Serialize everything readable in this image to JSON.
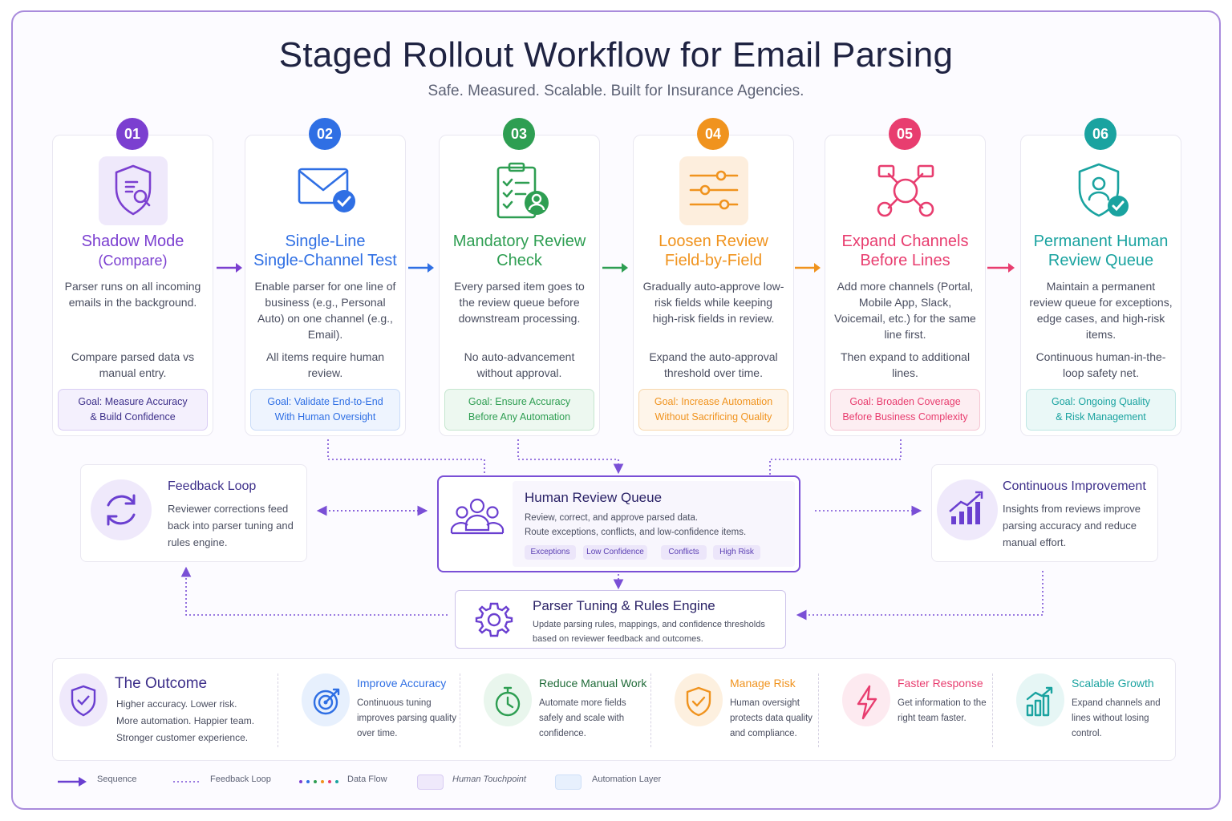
{
  "header": {
    "title": "Staged Rollout Workflow for Email Parsing",
    "subtitle": "Safe. Measured. Scalable. Built for Insurance Agencies."
  },
  "stages": [
    {
      "number": "01",
      "title": "Shadow Mode",
      "subtitle": "(Compare)",
      "description": "Parser runs on all incoming emails in the background.",
      "description2": "Compare parsed data vs manual entry.",
      "goal_line1": "Goal: Measure Accuracy",
      "goal_line2": "& Build Confidence",
      "color": "#7b3fd0",
      "icon": "shield-search-icon"
    },
    {
      "number": "02",
      "title": "Single-Line",
      "subtitle": "Single-Channel Test",
      "description": "Enable parser for one line of business (e.g., Personal Auto) on one channel (e.g., Email).",
      "description2": "All items require human review.",
      "goal_line1": "Goal: Validate End-to-End",
      "goal_line2": "With Human Oversight",
      "color": "#2f6fe4",
      "icon": "envelope-check-icon"
    },
    {
      "number": "03",
      "title": "Mandatory Review",
      "subtitle": "Check",
      "description": "Every parsed item goes to the review queue before downstream processing.",
      "description2": "No auto-advancement without approval.",
      "goal_line1": "Goal: Ensure Accuracy",
      "goal_line2": "Before Any Automation",
      "color": "#2e9e52",
      "icon": "clipboard-user-icon"
    },
    {
      "number": "04",
      "title": "Loosen Review",
      "subtitle": "Field-by-Field",
      "description": "Gradually auto-approve low-risk fields while keeping high-risk fields in review.",
      "description2": "Expand the auto-approval threshold over time.",
      "goal_line1": "Goal: Increase Automation",
      "goal_line2": "Without Sacrificing Quality",
      "color": "#f0931e",
      "icon": "sliders-icon"
    },
    {
      "number": "05",
      "title": "Expand Channels",
      "subtitle": "Before Lines",
      "description": "Add more channels (Portal, Mobile App, Slack, Voicemail, etc.) for the same line first.",
      "description2": "Then expand to additional lines.",
      "goal_line1": "Goal: Broaden Coverage",
      "goal_line2": "Before Business Complexity",
      "color": "#e83d6f",
      "icon": "channel-network-icon"
    },
    {
      "number": "06",
      "title": "Permanent Human",
      "subtitle": "Review Queue",
      "description": "Maintain a permanent review queue for exceptions, edge cases, and high-risk items.",
      "description2": "Continuous human-in-the-loop safety net.",
      "goal_line1": "Goal: Ongoing Quality",
      "goal_line2": "& Risk Management",
      "color": "#1aa3a0",
      "icon": "shield-user-check-icon"
    }
  ],
  "feedback_loop": {
    "title": "Feedback Loop",
    "text": "Reviewer corrections feed back into parser tuning and rules engine.",
    "icon": "refresh-icon"
  },
  "human_review_queue": {
    "title": "Human Review Queue",
    "line1": "Review, correct, and approve parsed data.",
    "line2": "Route exceptions, conflicts, and low-confidence items.",
    "chips": [
      "Exceptions",
      "Low Confidence",
      "Conflicts",
      "High Risk"
    ],
    "icon": "users-icon"
  },
  "continuous_improvement": {
    "title": "Continuous Improvement",
    "text": "Insights from reviews improve parsing accuracy and reduce manual effort.",
    "icon": "chart-up-icon"
  },
  "parser_tuning": {
    "title": "Parser Tuning & Rules Engine",
    "text": "Update parsing rules, mappings, and confidence thresholds based on reviewer feedback and outcomes.",
    "icon": "gear-icon"
  },
  "outcome": {
    "title": "The Outcome",
    "text": "Higher accuracy. Lower risk. More automation. Happier team. Stronger customer experience.",
    "items": [
      {
        "title": "Improve Accuracy",
        "text": "Continuous tuning improves parsing quality over time.",
        "color": "#2f6fe4",
        "icon": "target-icon"
      },
      {
        "title": "Reduce Manual Work",
        "text": "Automate more fields safely and scale with confidence.",
        "color": "#2e9e52",
        "icon": "stopwatch-icon"
      },
      {
        "title": "Manage Risk",
        "text": "Human oversight protects data quality and compliance.",
        "color": "#f0931e",
        "icon": "shield-check-icon"
      },
      {
        "title": "Faster Response",
        "text": "Get information to the right team faster.",
        "color": "#e83d6f",
        "icon": "lightning-icon"
      },
      {
        "title": "Scalable Growth",
        "text": "Expand channels and lines without losing control.",
        "color": "#1aa3a0",
        "icon": "bar-chart-icon"
      }
    ]
  },
  "legend": {
    "sequence": "Sequence",
    "feedback": "Feedback Loop",
    "data_flow": "Data Flow",
    "human": "Human Touchpoint",
    "automation": "Automation Layer"
  }
}
